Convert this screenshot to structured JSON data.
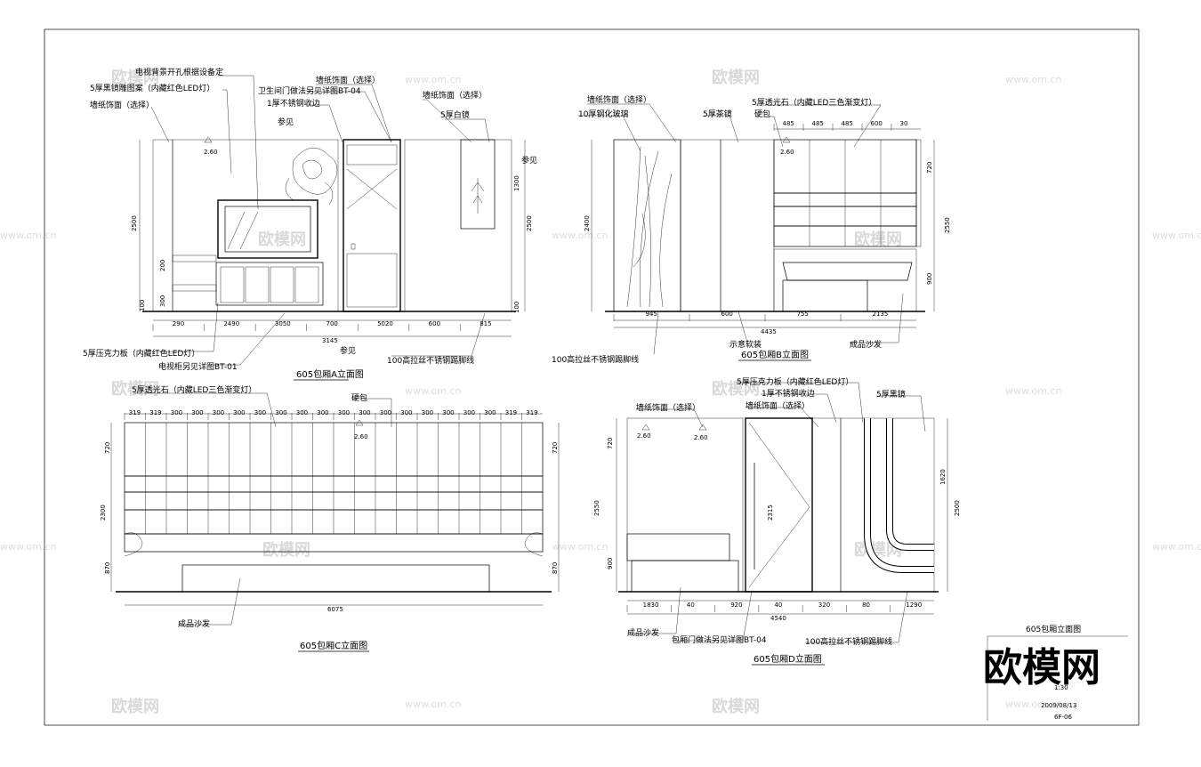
{
  "watermarks": {
    "brand": "欧模网",
    "url": "www.om.cn"
  },
  "logo": {
    "text": "欧模网"
  },
  "title_block": {
    "drawing_title": "605包厢立面图",
    "scale": "1:30",
    "date": "2009/08/13",
    "sheet_no": "6F-06",
    "code": "6F-06"
  },
  "elevation_a": {
    "title": "605包厢A立面图",
    "labels": {
      "tv_wall": "电视背景开孔根据设备定",
      "black_mirror": "5厚黑镜雕图案（内藏红色LED灯）",
      "wallpaper_1": "墙纸饰面（选择）",
      "wallpaper_2": "墙纸饰面（选择）",
      "wallpaper_3": "墙纸饰面（选择）",
      "bath_door": "卫生间门做法另见详图BT-04",
      "steel_edge": "1厚不锈钢收边",
      "white_mirror": "5厚白镜",
      "ref_1": "参见",
      "ref_2": "参见",
      "ref_3": "参见",
      "acrylic": "5厚压克力板（内藏红色LED灯）",
      "tv_cabinet": "电视柜另见详图BT-01",
      "skirting": "100高拉丝不锈钢踢脚线",
      "level": "2.60"
    },
    "dims_bottom": [
      "290",
      "2490",
      "3050",
      "700",
      "5020",
      "600",
      "815"
    ],
    "dim_total": "3145",
    "dims_left": [
      "2500",
      "300",
      "200",
      "100"
    ],
    "dims_right": [
      "1300",
      "2500",
      "100"
    ]
  },
  "elevation_b": {
    "title": "605包厢B立面图",
    "labels": {
      "wallpaper": "墙纸饰面（选择）",
      "glass": "10厚钢化玻璃",
      "tea_mirror": "5厚茶镜",
      "stone": "5厚透光石（内藏LED三色渐变灯）",
      "soft_bag": "硬包",
      "skirting": "100高拉丝不锈钢踢脚线",
      "sample": "示意软装",
      "sofa": "成品沙发",
      "level": "2.60"
    },
    "dims_top": [
      "485",
      "485",
      "485",
      "600",
      "30"
    ],
    "dims_bottom": [
      "945",
      "600",
      "755",
      "2135"
    ],
    "dim_total": "4435",
    "dims_left": [
      "2400"
    ],
    "dims_right": [
      "720",
      "900",
      "2550"
    ]
  },
  "elevation_c": {
    "title": "605包厢C立面图",
    "labels": {
      "stone": "5厚透光石（内藏LED三色渐变灯）",
      "soft_bag": "硬包",
      "sofa": "成品沙发",
      "level": "2.60"
    },
    "dims_top": [
      "319",
      "319",
      "300",
      "300",
      "300",
      "300",
      "300",
      "300",
      "300",
      "300",
      "300",
      "300",
      "300",
      "300",
      "300",
      "300",
      "300",
      "300",
      "319",
      "319"
    ],
    "dim_total": "6075",
    "dims_left": [
      "720",
      "2300",
      "870"
    ],
    "dims_right": [
      "720",
      "870"
    ]
  },
  "elevation_d": {
    "title": "605包厢D立面图",
    "labels": {
      "wallpaper_1": "墙纸饰面（选择）",
      "wallpaper_2": "墙纸饰面（选择）",
      "acrylic": "5厚压克力板（内藏红色LED灯）",
      "steel_edge": "1厚不锈钢收边",
      "black_mirror": "5厚黑镜",
      "sofa": "成品沙发",
      "door": "包厢门做法另见详图BT-04",
      "skirting": "100高拉丝不锈钢踢脚线",
      "level_1": "2.60",
      "level_2": "2.60"
    },
    "dims_bottom": [
      "1830",
      "40",
      "920",
      "40",
      "320",
      "80",
      "1290"
    ],
    "dim_total": "4540",
    "door_height": "2315",
    "dims_left": [
      "2550",
      "720",
      "900"
    ],
    "dims_right": [
      "1620",
      "2500"
    ]
  }
}
